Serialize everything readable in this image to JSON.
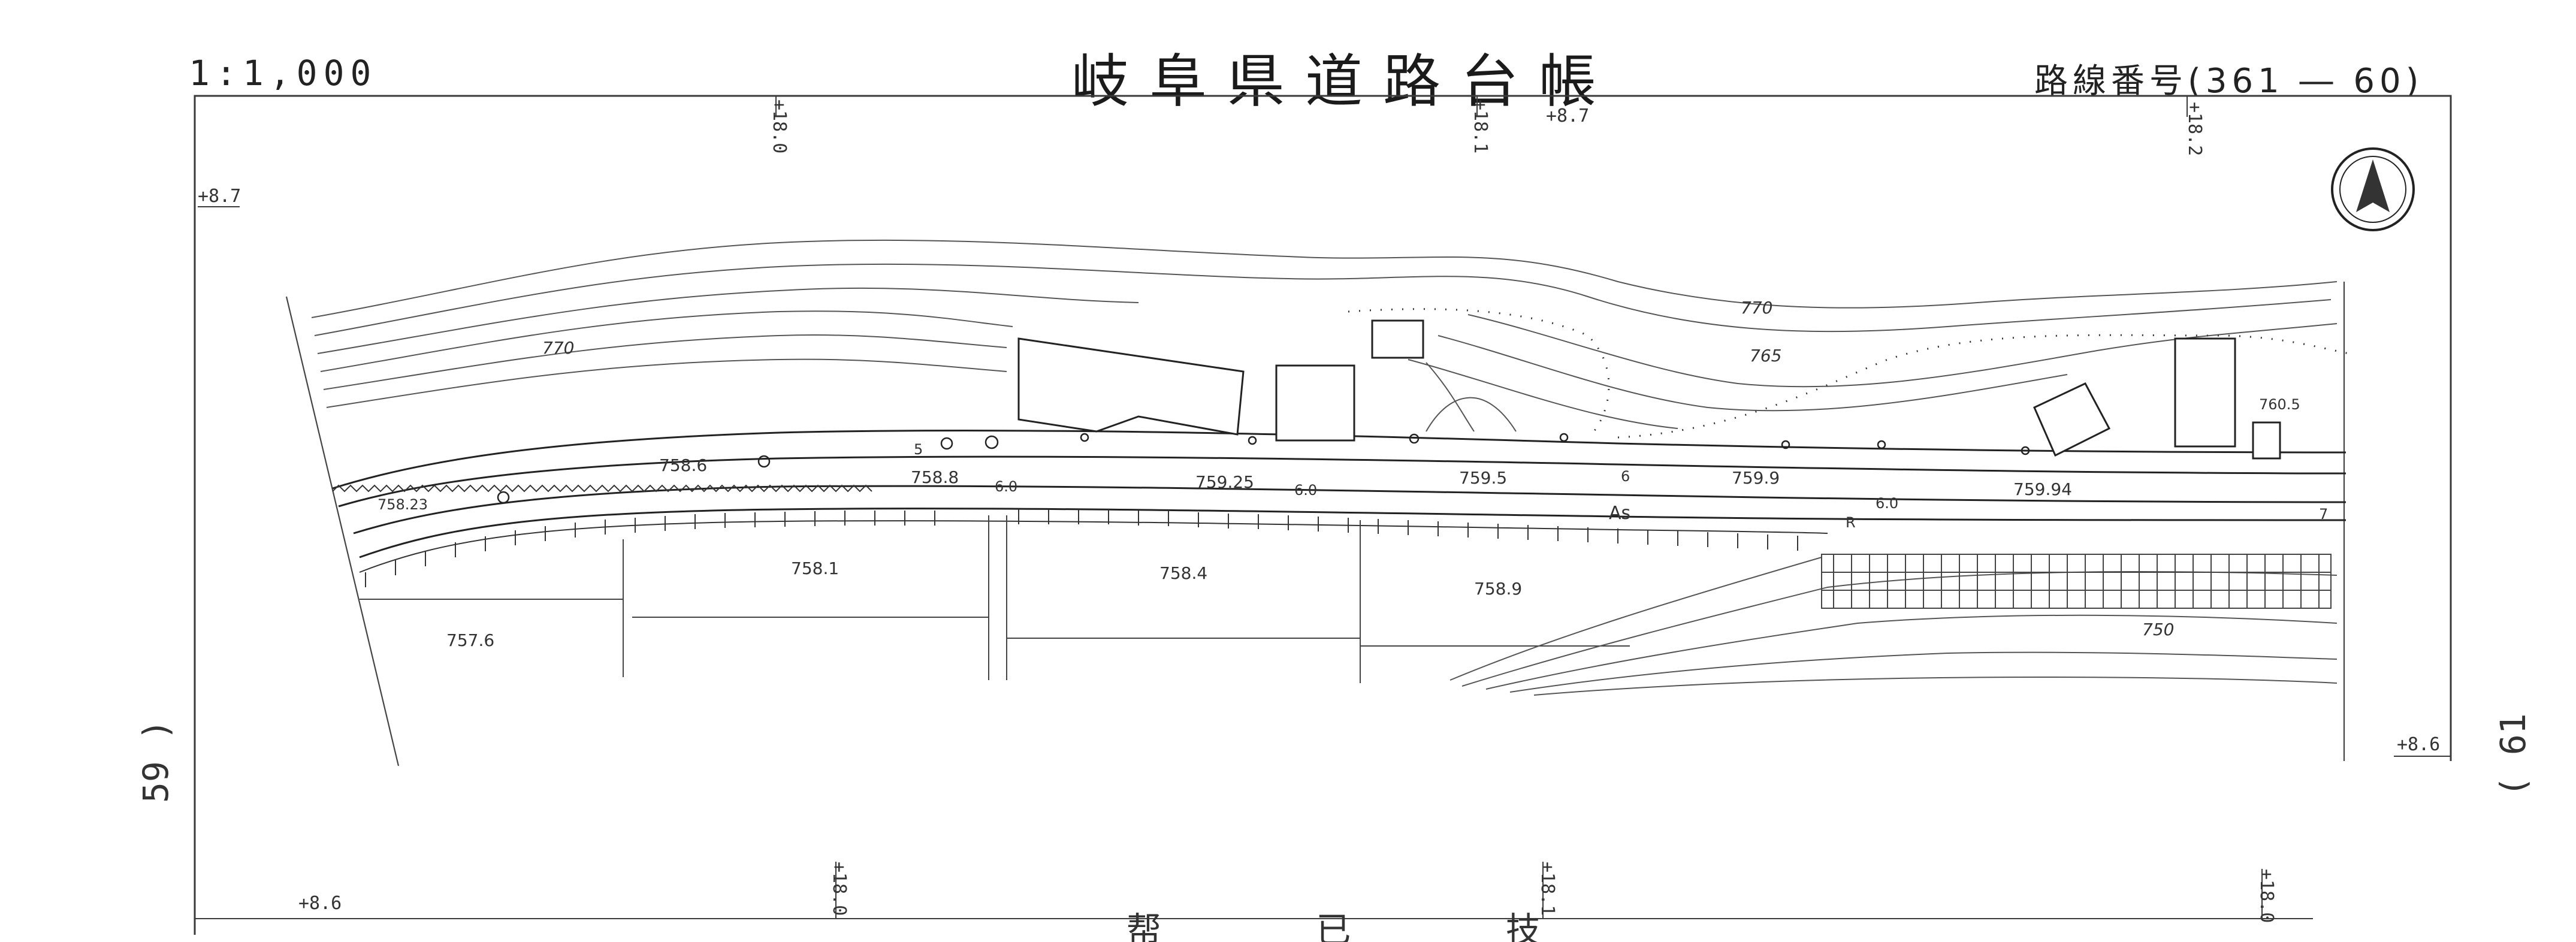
{
  "header": {
    "scale": "1:1,000",
    "title": "岐阜県道路台帳",
    "route_number": "路線番号(361 ― 60)",
    "bottom_partial": "帮 已 技"
  },
  "border_labels": {
    "top": [
      "+18.0",
      "+18.1",
      "+8.7",
      "+18.2"
    ],
    "left": "+8.7",
    "right": "+8.6",
    "bottom_left": "+8.6",
    "bottom": [
      "+18.0",
      "+18.1",
      "+18.0"
    ]
  },
  "side_labels": {
    "left": "59 )",
    "right": "( 61"
  },
  "map_labels": {
    "contours": [
      "770",
      "770",
      "765",
      "750"
    ],
    "elevations": [
      "758.6",
      "758.8",
      "759.25",
      "759.5",
      "759.9",
      "759.94",
      "758.23",
      "758.1",
      "758.4",
      "758.9",
      "757.6",
      "760.5"
    ],
    "lane_widths": [
      "6.0",
      "6.0",
      "6.0"
    ],
    "markers": [
      "5",
      "6",
      "7",
      "As",
      "R"
    ]
  },
  "icons": [
    "north-arrow-icon"
  ]
}
